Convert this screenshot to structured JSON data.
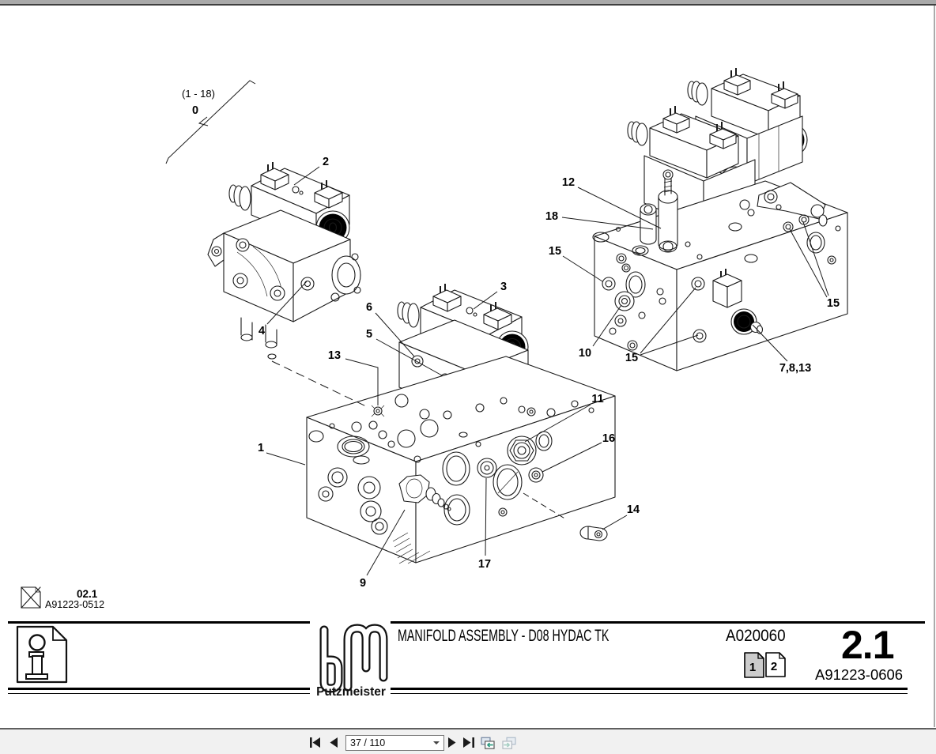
{
  "drawing": {
    "group": {
      "range": "(1 - 18)",
      "number": "0"
    },
    "callouts": {
      "c1": "1",
      "c2": "2",
      "c3": "3",
      "c4": "4",
      "c5": "5",
      "c6": "6",
      "c9": "9",
      "c10": "10",
      "c11": "11",
      "c12": "12",
      "c13": "13",
      "c14": "14",
      "c15a": "15",
      "c15b": "15",
      "c15c": "15",
      "c16": "16",
      "c17": "17",
      "c18": "18",
      "c7813": "7,8,13"
    },
    "revision": {
      "code": "02.1",
      "doc": "A91223-0512"
    }
  },
  "footer": {
    "brand": "Putzmeister",
    "title": "MANIFOLD ASSEMBLY - D08 HYDAC TK",
    "part_number": "A020060",
    "section": "2.1",
    "doc_number": "A91223-0606",
    "page_icons": [
      {
        "label": "1",
        "active": true
      },
      {
        "label": "2",
        "active": false
      }
    ]
  },
  "toolbar": {
    "page_indicator": "37 / 110",
    "icons": [
      "first-page",
      "previous-page",
      "page-selector",
      "next-page",
      "last-page",
      "previous-view",
      "next-view"
    ],
    "accent_color": "#2f9a80",
    "disabled_color": "#a8cfc4"
  }
}
